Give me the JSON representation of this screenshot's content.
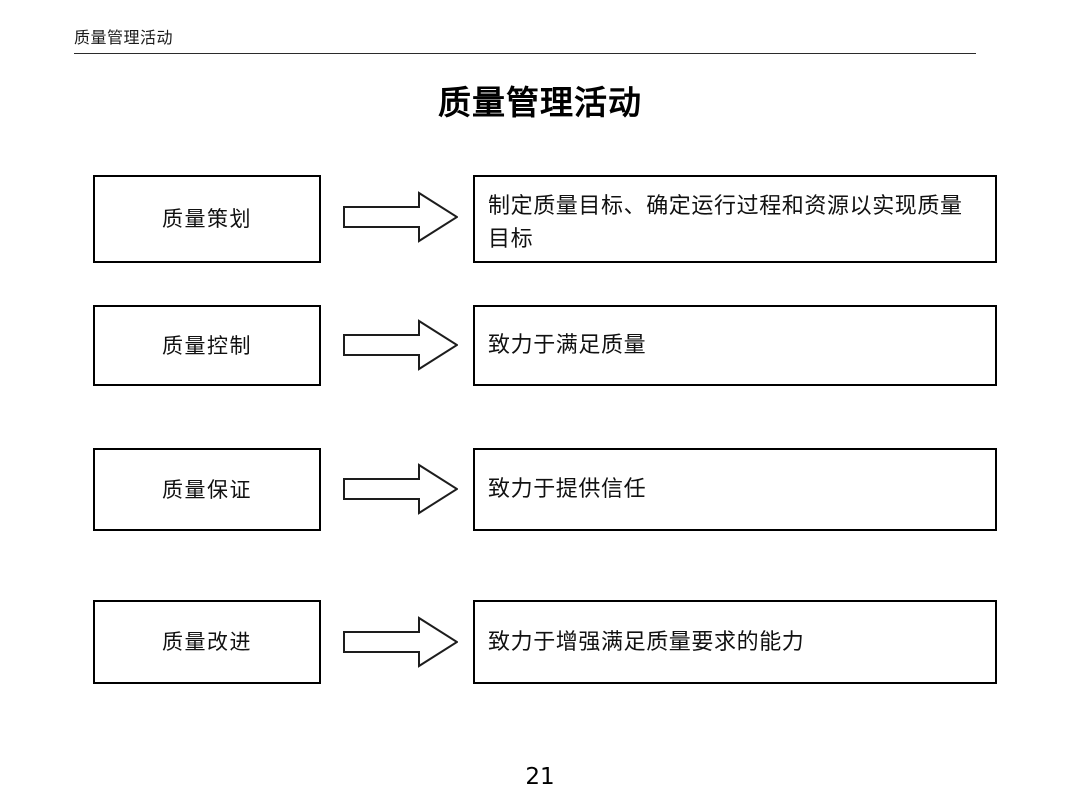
{
  "header": {
    "text": "质量管理活动"
  },
  "title": "质量管理活动",
  "footer": {
    "page_number": "21"
  },
  "colors": {
    "background": "#ffffff",
    "text": "#000000",
    "box_border": "#000000",
    "rule": "#2b2b2b"
  },
  "diagram": {
    "type": "flow-rows",
    "arrow_icon": "right-block-arrow-icon",
    "rows": [
      {
        "activity": "质量策划",
        "description": "制定质量目标、确定运行过程和资源以实现质量目标"
      },
      {
        "activity": "质量控制",
        "description": "致力于满足质量"
      },
      {
        "activity": "质量保证",
        "description": "致力于提供信任"
      },
      {
        "activity": "质量改进",
        "description": "致力于增强满足质量要求的能力"
      }
    ]
  }
}
